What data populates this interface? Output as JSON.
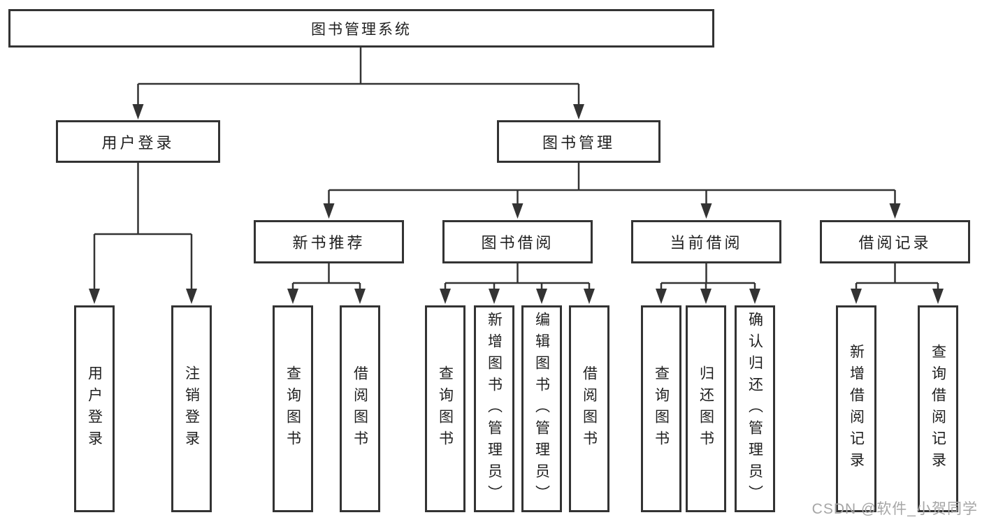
{
  "tree": {
    "root": "图书管理系统",
    "user": {
      "label": "用户登录",
      "children": [
        "用户登录",
        "注销登录"
      ]
    },
    "books": {
      "label": "图书管理",
      "sections": [
        {
          "label": "新书推荐",
          "children": [
            "查询图书",
            "借阅图书"
          ]
        },
        {
          "label": "图书借阅",
          "children": [
            "查询图书",
            "新增图书（管理员）",
            "编辑图书（管理员）",
            "借阅图书"
          ]
        },
        {
          "label": "当前借阅",
          "children": [
            "查询图书",
            "归还图书",
            "确认归还（管理员）"
          ]
        },
        {
          "label": "借阅记录",
          "children": [
            "新增借阅记录",
            "查询借阅记录"
          ]
        }
      ]
    }
  },
  "watermark": "CSDN @软件_小贺同学",
  "colors": {
    "line": "#333333",
    "text": "#1f1f1f",
    "background": "#ffffff",
    "watermark": "#a6a6a6"
  }
}
